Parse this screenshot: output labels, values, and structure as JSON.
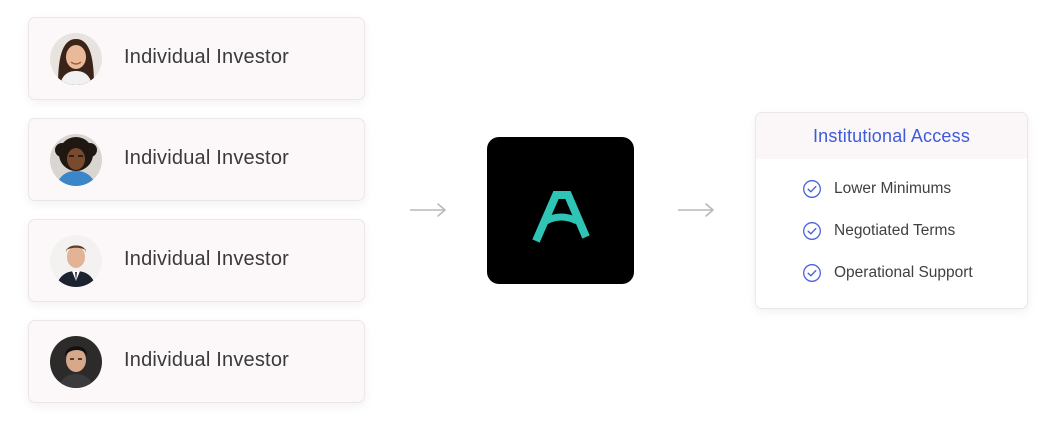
{
  "investors": [
    {
      "label": "Individual Investor",
      "avatar_icon": "woman-portrait-avatar"
    },
    {
      "label": "Individual Investor",
      "avatar_icon": "curly-hair-portrait-avatar"
    },
    {
      "label": "Individual Investor",
      "avatar_icon": "man-in-suit-avatar"
    },
    {
      "label": "Individual Investor",
      "avatar_icon": "young-man-portrait-avatar"
    }
  ],
  "arrow_icon": "right-arrow-icon",
  "logo": {
    "icon": "stylized-a-logo",
    "accent": "#2ec4b6",
    "background": "#000000"
  },
  "access": {
    "title": "Institutional Access",
    "title_color": "#3d5bd9",
    "features": [
      {
        "label": "Lower Minimums",
        "icon": "check-circle-icon"
      },
      {
        "label": "Negotiated Terms",
        "icon": "check-circle-icon"
      },
      {
        "label": "Operational Support",
        "icon": "check-circle-icon"
      }
    ]
  }
}
